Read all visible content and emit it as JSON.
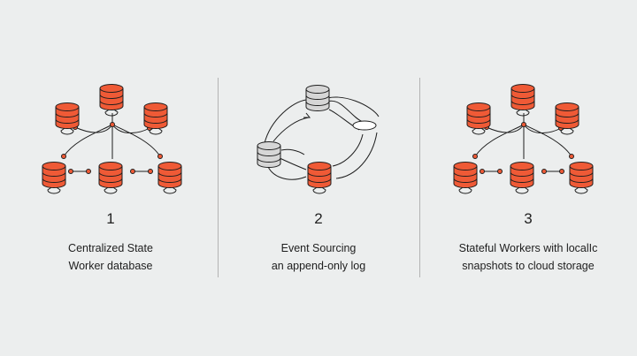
{
  "colors": {
    "background": "#eceeee",
    "node_orange": "#ef5a36",
    "node_gray": "#d6d6d6",
    "stroke": "#1e1e1e",
    "divider": "#b3b3b3"
  },
  "panels": [
    {
      "number": "1",
      "caption_line1": "Centralized State",
      "caption_line2": "Worker database"
    },
    {
      "number": "2",
      "caption_line1": "Event Sourcing",
      "caption_line2": "an append-only log"
    },
    {
      "number": "3",
      "caption_line1": "Stateful Workers with localIc",
      "caption_line2": "snapshots to cloud storage"
    }
  ]
}
